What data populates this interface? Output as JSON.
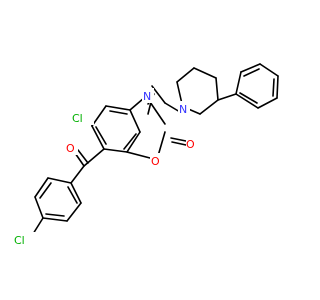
{
  "colors": {
    "background": "#ffffff",
    "bond": "#000000",
    "carbon": "#000000",
    "nitrogen": "#3333ff",
    "oxygen": "#ff0000",
    "chlorine": "#00b000"
  },
  "atoms": {
    "cl_ring": "Cl",
    "n_ring": "N",
    "o_carbonyl_ring": "O",
    "o_ring": "O",
    "o_ketone": "O",
    "n_piperidine": "N",
    "cl_phenyl": "Cl"
  }
}
